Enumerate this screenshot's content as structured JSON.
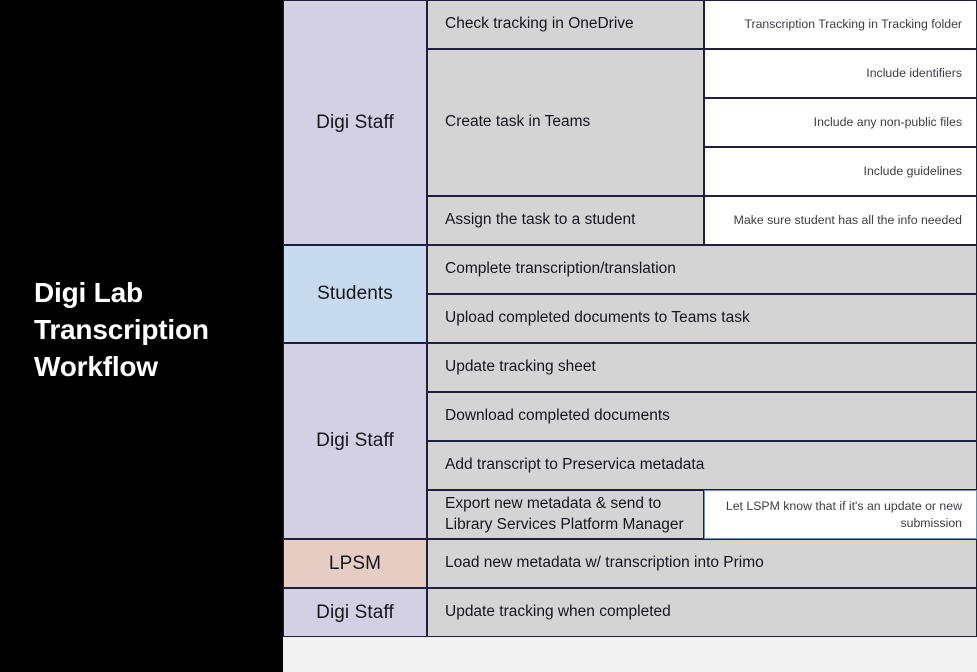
{
  "title": "Digi Lab\nTranscription\nWorkflow",
  "colors": {
    "panel_background": "#000000",
    "title_text": "#ffffff",
    "role_digi_staff": "#d4d0e4",
    "role_students": "#c8daee",
    "role_lpsm": "#e6cdc4",
    "task_background": "#d4d4d4",
    "note_background": "#ffffff",
    "border": "#20203c",
    "note_accent_border": "#6f92b8",
    "canvas_background": "#f2f2f2"
  },
  "bands": [
    {
      "role": "Digi Staff",
      "role_color": "#d4d0e4",
      "tasks": [
        {
          "label": "Check tracking in OneDrive",
          "notes": [
            "Transcription Tracking in Tracking folder"
          ]
        },
        {
          "label": "Create task in Teams",
          "notes": [
            "Include identifiers",
            "Include any non-public files",
            "Include guidelines"
          ]
        },
        {
          "label": "Assign the task to a student",
          "notes": [
            "Make sure student has all the info needed"
          ]
        }
      ]
    },
    {
      "role": "Students",
      "role_color": "#c8daee",
      "tasks": [
        {
          "label": "Complete transcription/translation",
          "notes": []
        },
        {
          "label": "Upload completed documents to Teams task",
          "notes": []
        }
      ]
    },
    {
      "role": "Digi Staff",
      "role_color": "#d4d0e4",
      "tasks": [
        {
          "label": "Update tracking sheet",
          "notes": []
        },
        {
          "label": "Download completed documents",
          "notes": []
        },
        {
          "label": "Add transcript to Preservica metadata",
          "notes": []
        },
        {
          "label": "Export new metadata & send to\nLibrary Services Platform Manager",
          "notes": [
            "Let LSPM know that if it's an update or new submission"
          ],
          "note_accent": true
        }
      ]
    },
    {
      "role": "LPSM",
      "role_color": "#e6cdc4",
      "tasks": [
        {
          "label": "Load new metadata w/ transcription into Primo",
          "notes": []
        }
      ]
    },
    {
      "role": "Digi Staff",
      "role_color": "#d4d0e4",
      "tasks": [
        {
          "label": "Update tracking when completed",
          "notes": []
        }
      ]
    }
  ]
}
